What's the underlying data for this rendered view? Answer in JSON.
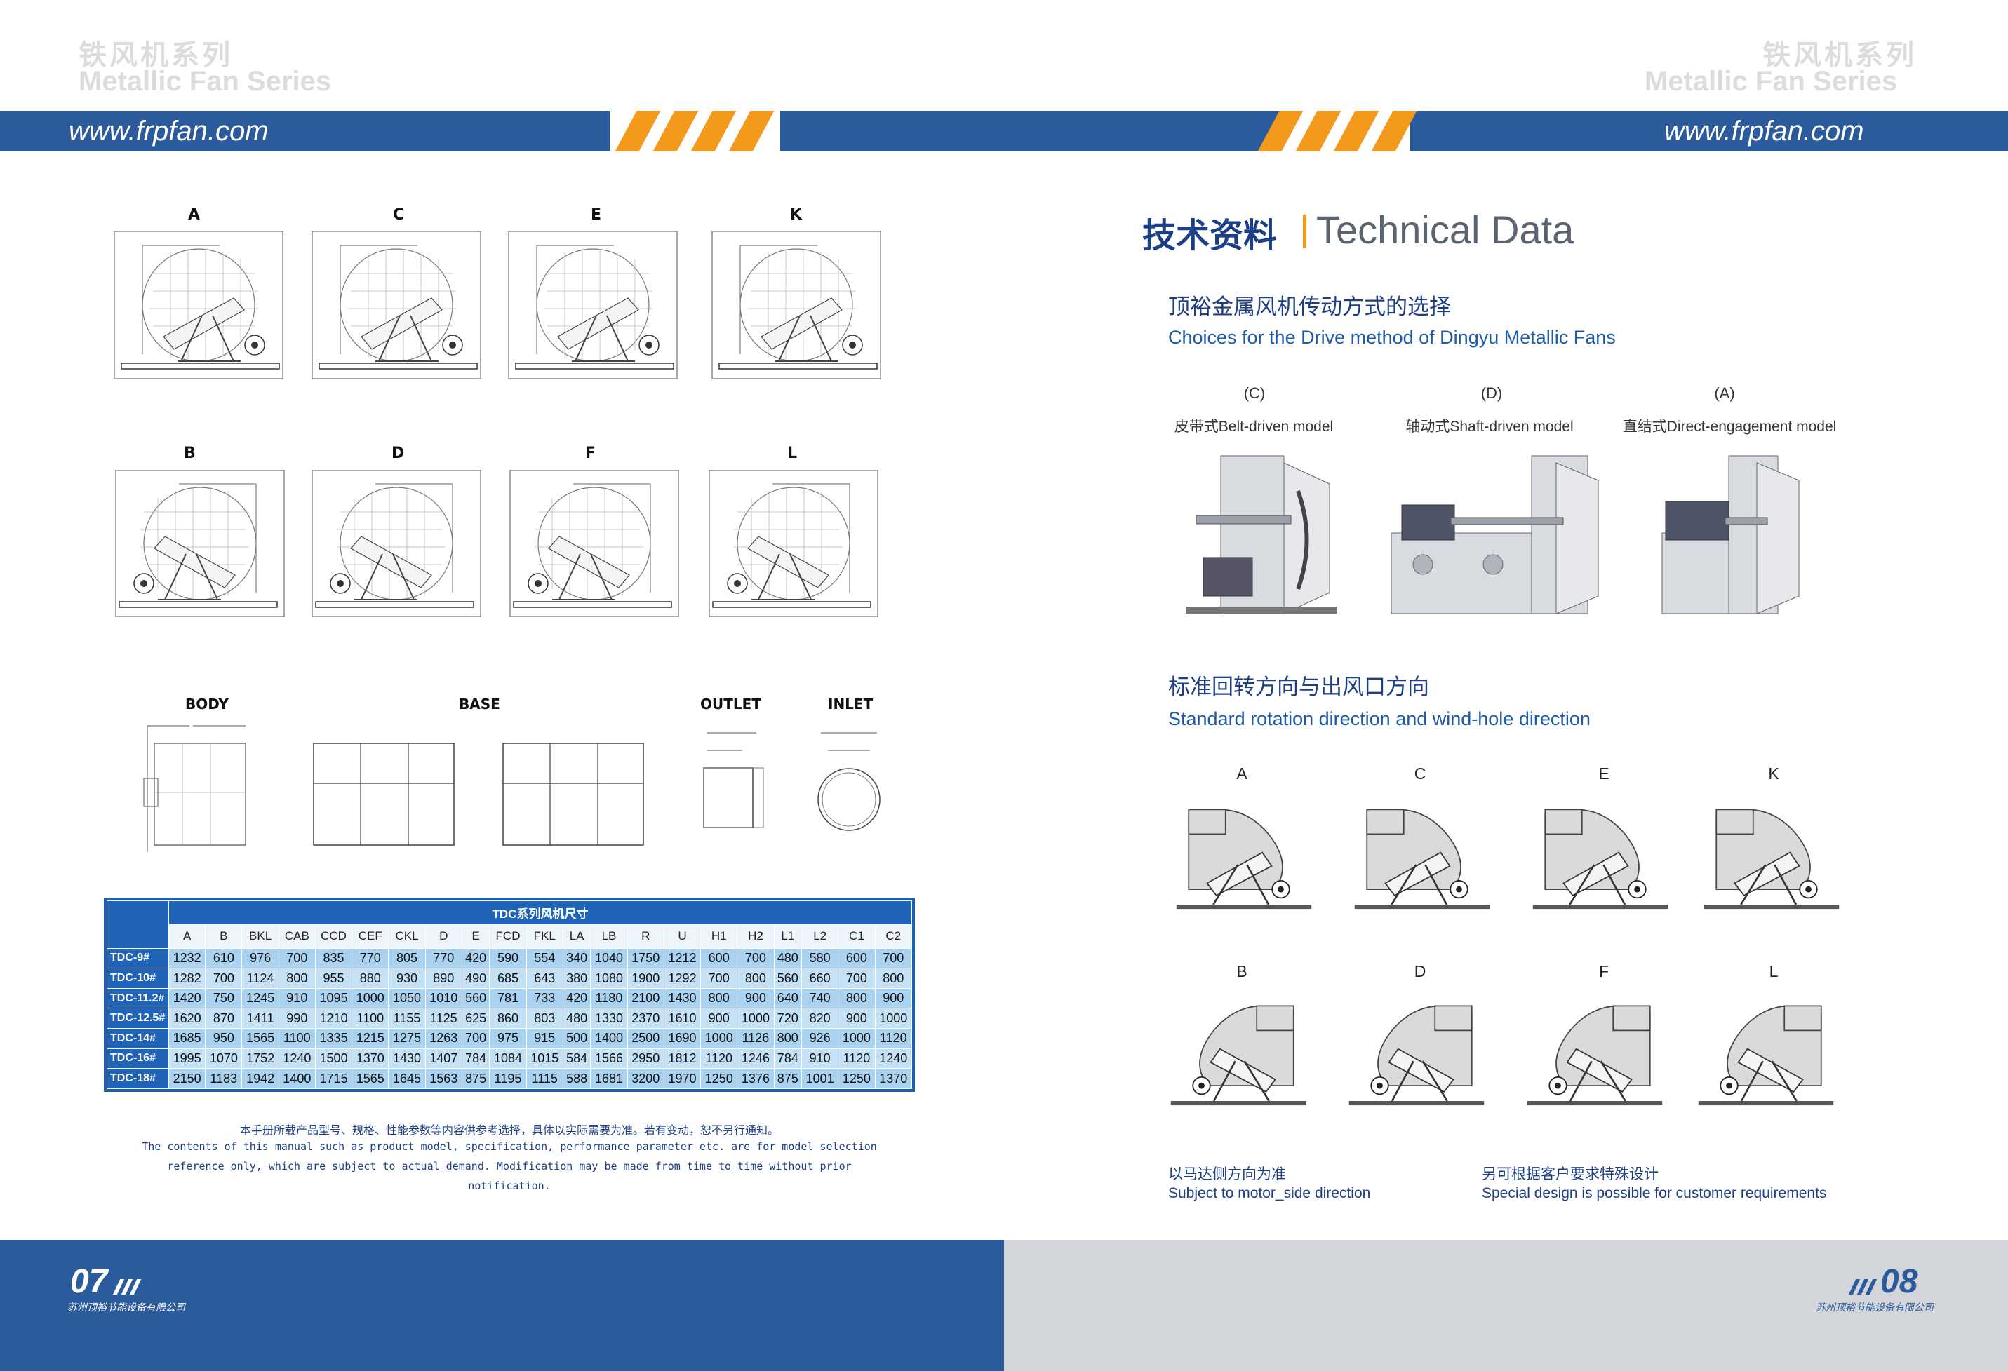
{
  "header": {
    "series_cn": "铁风机系列",
    "series_en": "Metallic Fan Series",
    "url": "www.frpfan.com"
  },
  "drawings": {
    "top_row": [
      "A",
      "C",
      "E",
      "K"
    ],
    "mid_row": [
      "B",
      "D",
      "F",
      "L"
    ],
    "parts": {
      "body": "BODY",
      "base": "BASE",
      "outlet": "OUTLET",
      "inlet": "INLET"
    }
  },
  "table": {
    "title": "TDC系列风机尺寸",
    "headers": [
      "A",
      "B",
      "BKL",
      "CAB",
      "CCD",
      "CEF",
      "CKL",
      "D",
      "E",
      "FCD",
      "FKL",
      "LA",
      "LB",
      "R",
      "U",
      "H1",
      "H2",
      "L1",
      "L2",
      "C1",
      "C2"
    ],
    "rows": [
      {
        "model": "TDC-9#",
        "values": [
          "1232",
          "610",
          "976",
          "700",
          "835",
          "770",
          "805",
          "770",
          "420",
          "590",
          "554",
          "340",
          "1040",
          "1750",
          "1212",
          "600",
          "700",
          "480",
          "580",
          "600",
          "700"
        ]
      },
      {
        "model": "TDC-10#",
        "values": [
          "1282",
          "700",
          "1124",
          "800",
          "955",
          "880",
          "930",
          "890",
          "490",
          "685",
          "643",
          "380",
          "1080",
          "1900",
          "1292",
          "700",
          "800",
          "560",
          "660",
          "700",
          "800"
        ]
      },
      {
        "model": "TDC-11.2#",
        "values": [
          "1420",
          "750",
          "1245",
          "910",
          "1095",
          "1000",
          "1050",
          "1010",
          "560",
          "781",
          "733",
          "420",
          "1180",
          "2100",
          "1430",
          "800",
          "900",
          "640",
          "740",
          "800",
          "900"
        ]
      },
      {
        "model": "TDC-12.5#",
        "values": [
          "1620",
          "870",
          "1411",
          "990",
          "1210",
          "1100",
          "1155",
          "1125",
          "625",
          "860",
          "803",
          "480",
          "1330",
          "2370",
          "1610",
          "900",
          "1000",
          "720",
          "820",
          "900",
          "1000"
        ]
      },
      {
        "model": "TDC-14#",
        "values": [
          "1685",
          "950",
          "1565",
          "1100",
          "1335",
          "1215",
          "1275",
          "1263",
          "700",
          "975",
          "915",
          "500",
          "1400",
          "2500",
          "1690",
          "1000",
          "1126",
          "800",
          "926",
          "1000",
          "1120"
        ]
      },
      {
        "model": "TDC-16#",
        "values": [
          "1995",
          "1070",
          "1752",
          "1240",
          "1500",
          "1370",
          "1430",
          "1407",
          "784",
          "1084",
          "1015",
          "584",
          "1566",
          "2950",
          "1812",
          "1120",
          "1246",
          "784",
          "910",
          "1120",
          "1240"
        ]
      },
      {
        "model": "TDC-18#",
        "values": [
          "2150",
          "1183",
          "1942",
          "1400",
          "1715",
          "1565",
          "1645",
          "1563",
          "875",
          "1195",
          "1115",
          "588",
          "1681",
          "3200",
          "1970",
          "1250",
          "1376",
          "875",
          "1001",
          "1250",
          "1370"
        ]
      }
    ]
  },
  "notes": {
    "cn": "本手册所载产品型号、规格、性能参数等内容供参考选择，具体以实际需要为准。若有变动，恕不另行通知。",
    "en1": "The contents of this manual such as product model, specification, performance parameter etc. are for model selection",
    "en2": "reference only, which are subject to actual demand. Modification may be made from time to time without prior",
    "en3": "notification."
  },
  "right": {
    "tech_cn": "技术资料",
    "tech_en": "Technical Data",
    "drive_title_cn": "顶裕金属风机传动方式的选择",
    "drive_title_en": "Choices for the Drive method of Dingyu Metallic Fans",
    "drives": [
      {
        "code": "(C)",
        "name": "皮带式Belt-driven model"
      },
      {
        "code": "(D)",
        "name": "轴动式Shaft-driven model"
      },
      {
        "code": "(A)",
        "name": "直结式Direct-engagement model"
      }
    ],
    "rotation_title_cn": "标准回转方向与出风口方向",
    "rotation_title_en": "Standard rotation direction and wind-hole direction",
    "rotation_top": [
      "A",
      "C",
      "E",
      "K"
    ],
    "rotation_bottom": [
      "B",
      "D",
      "F",
      "L"
    ],
    "footnote_left_cn": "以马达侧方向为准",
    "footnote_left_en": "Subject to motor_side direction",
    "footnote_right_cn": "另可根据客户要求特殊设计",
    "footnote_right_en": "Special design is possible for customer requirements"
  },
  "footer": {
    "page_left": "07",
    "page_right": "08",
    "company": "苏州顶裕节能设备有限公司"
  },
  "colors": {
    "brand_blue": "#2b5b9c",
    "accent_orange": "#f39a1d",
    "table_blue": "#1f64b8",
    "cell_blue": "#a9d2f0",
    "footer_gray": "#d2d5d9"
  }
}
